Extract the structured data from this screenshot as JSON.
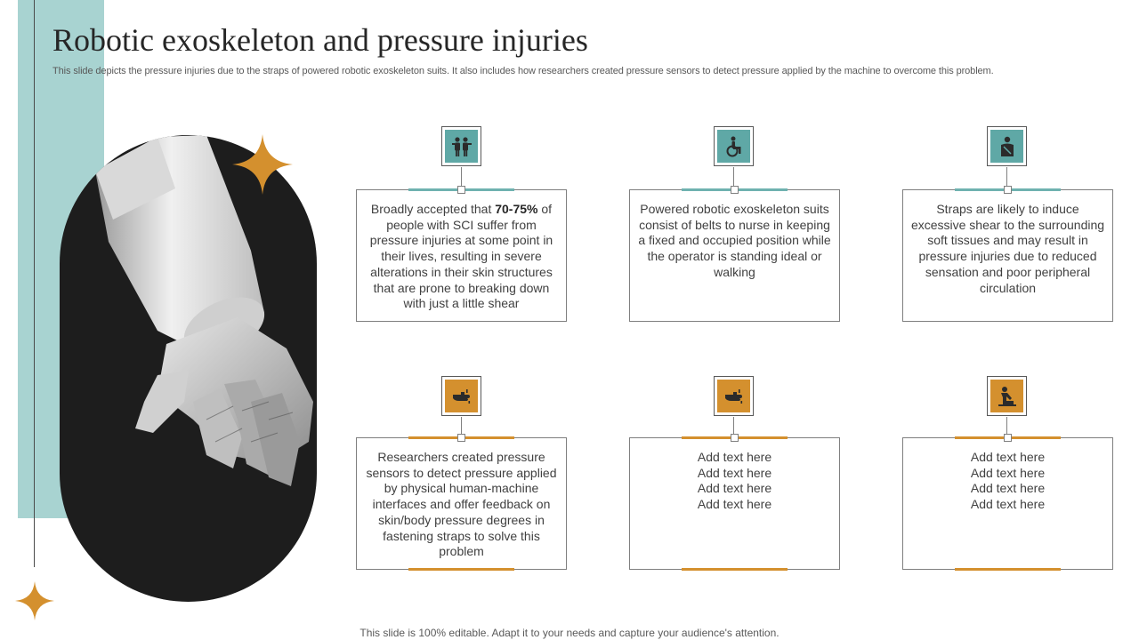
{
  "title": "Robotic exoskeleton and pressure injuries",
  "subtitle": "This slide depicts the pressure injuries due to the straps of powered robotic exoskeleton suits. It also includes how researchers created pressure sensors to detect pressure applied by the machine to overcome this problem.",
  "footer": "This slide is 100% editable. Adapt it to your needs and capture your audience's attention.",
  "colors": {
    "teal": "#5fa8a6",
    "orange": "#d4902e",
    "light_teal": "#a8d3d1",
    "star": "#d4902e"
  },
  "cards": [
    {
      "icon": "people-group-icon",
      "before": "Broadly accepted that ",
      "highlight": "70-75%",
      "after": " of people with SCI suffer from pressure injuries at some point in their lives, resulting in severe alterations in their skin structures that are prone to breaking down with just a little shear"
    },
    {
      "icon": "wheelchair-icon",
      "text": "Powered robotic exoskeleton suits consist of belts to nurse in keeping a fixed and occupied position while the operator is standing ideal or walking"
    },
    {
      "icon": "person-icon",
      "text": "Straps are likely to induce excessive shear to the surrounding soft tissues and may result in pressure injuries due to reduced sensation and poor peripheral circulation"
    },
    {
      "icon": "hand-sensor-icon",
      "text": "Researchers created pressure sensors to detect pressure applied by physical human-machine interfaces and offer feedback on skin/body pressure degrees in fastening straps to solve this problem"
    },
    {
      "icon": "hand-sensor-icon",
      "lines": [
        "Add text here",
        "Add text here",
        "Add text here",
        "Add text here"
      ]
    },
    {
      "icon": "kneeling-person-icon",
      "lines": [
        "Add text here",
        "Add text here",
        "Add text here",
        "Add text here"
      ]
    }
  ]
}
